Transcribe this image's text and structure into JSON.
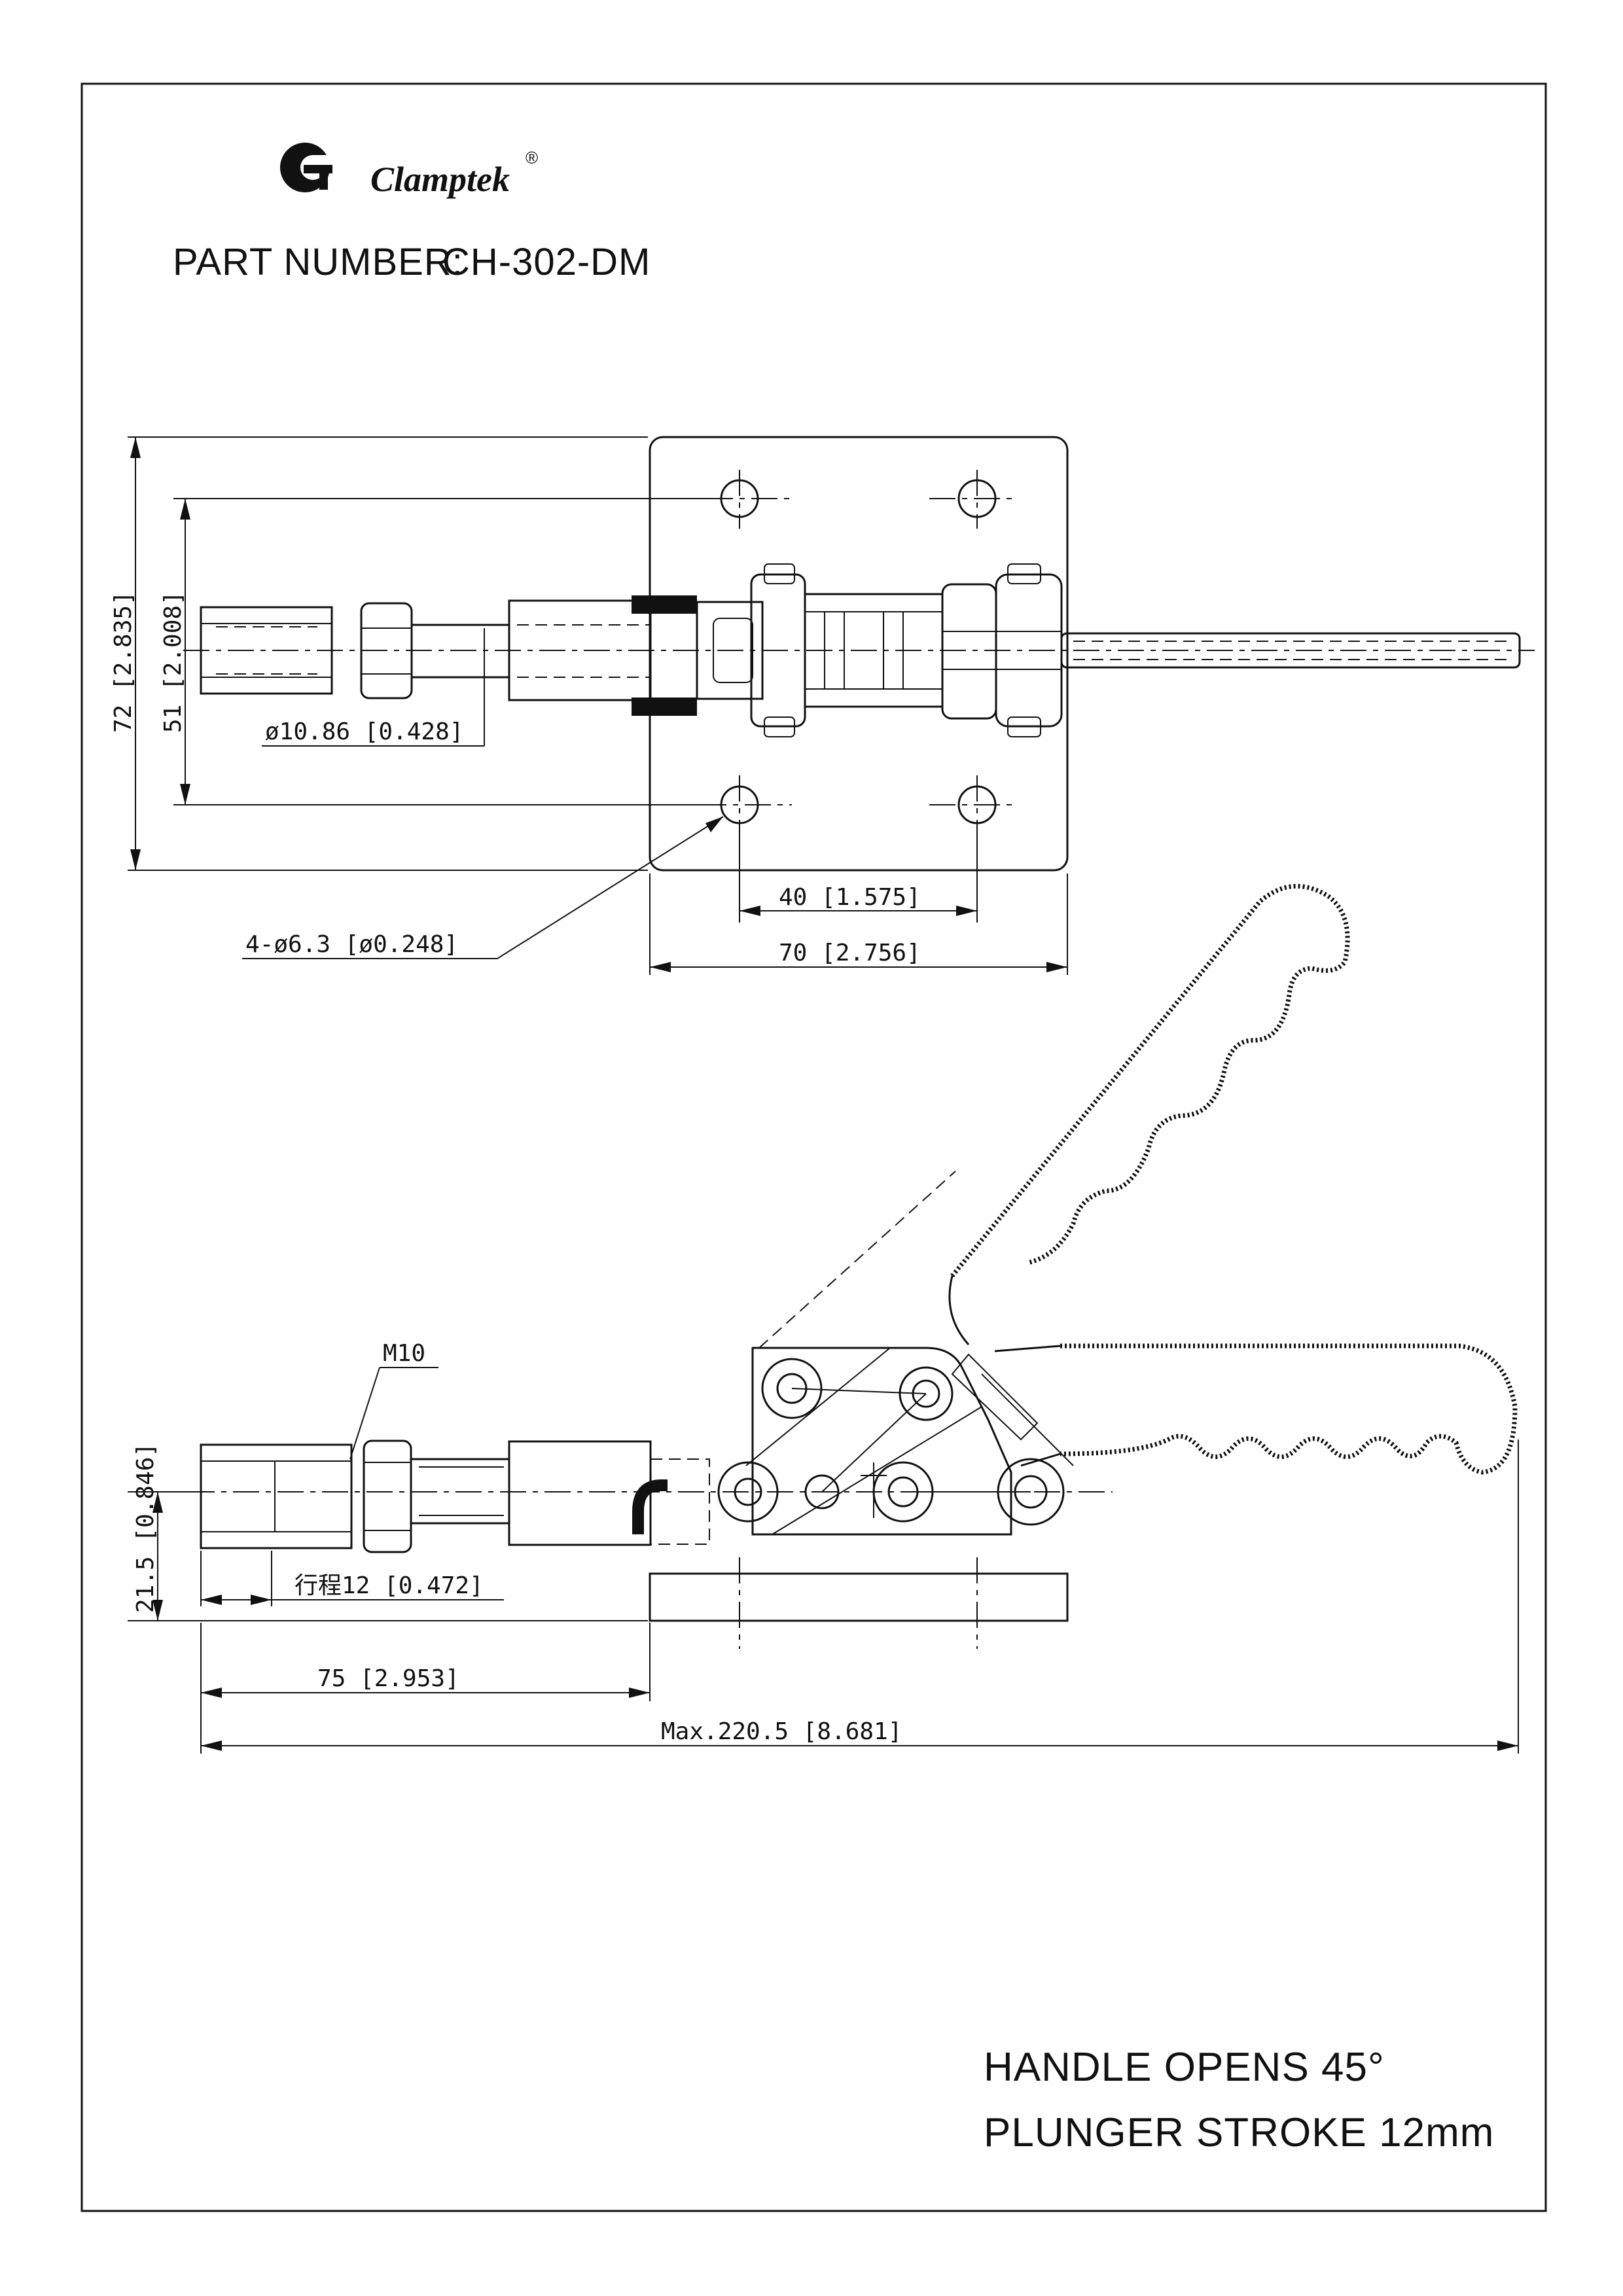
{
  "brand": {
    "name": "Clamptek",
    "registered_mark": "®"
  },
  "header": {
    "part_label": "PART NUMBER:",
    "part_number": "CH-302-DM"
  },
  "top_view": {
    "dims": {
      "height_overall": "72 [2.835]",
      "height_holes": "51 [2.008]",
      "plunger_dia": "ø10.86 [0.428]",
      "hole_spacing": "40 [1.575]",
      "base_width": "70 [2.756]",
      "holes": "4-ø6.3 [ø0.248]"
    }
  },
  "side_view": {
    "dims": {
      "thread": "M10",
      "height_axis": "21.5 [0.846]",
      "stroke": "行程12 [0.472]",
      "plunger_length": "75 [2.953]",
      "max_length": "Max.220.5 [8.681]"
    }
  },
  "notes": {
    "line1": "HANDLE OPENS 45°",
    "line2": "PLUNGER STROKE 12mm"
  }
}
